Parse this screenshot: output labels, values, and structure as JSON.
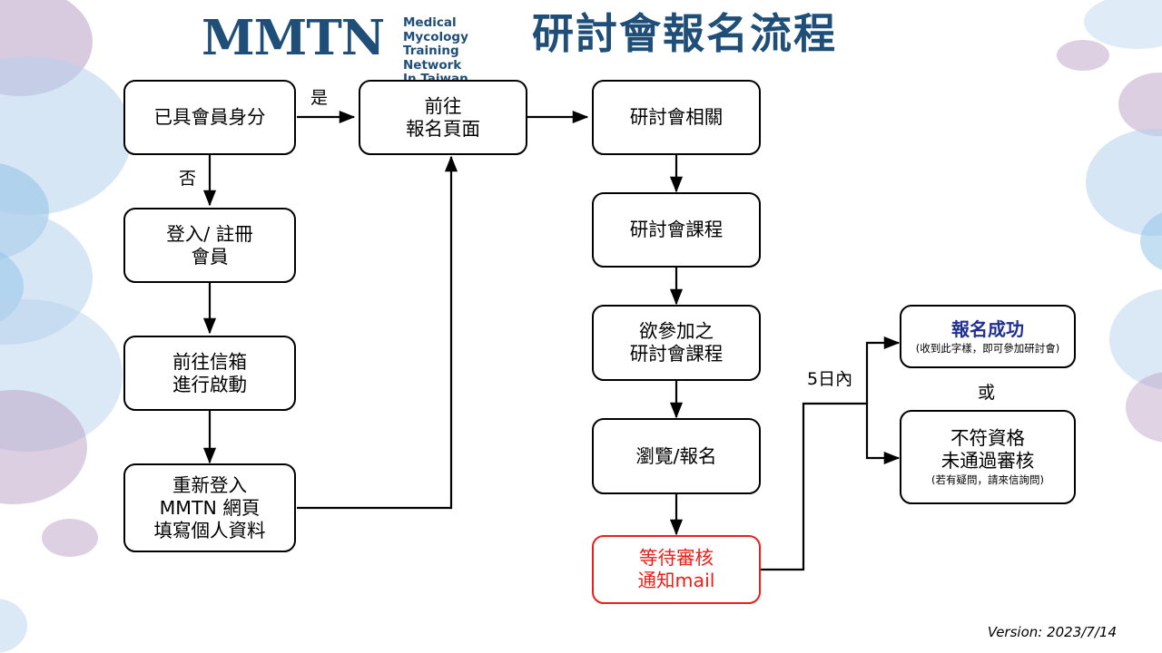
{
  "header": {
    "logo_mark": "MMTN",
    "logo_subtitle_line1": "Medical Mycology",
    "logo_subtitle_line2": "Training Network",
    "logo_subtitle_line3": "In Taiwan",
    "title": "研討會報名流程",
    "brand_color": "#1f4e79"
  },
  "flow": {
    "nodes": [
      {
        "id": "member-status",
        "line1": "已具會員身分"
      },
      {
        "id": "goto-register-page",
        "line1": "前往",
        "line2": "報名頁面"
      },
      {
        "id": "seminar-related",
        "line1": "研討會相關"
      },
      {
        "id": "login-signup",
        "line1": "登入/ 註冊",
        "line2": "會員"
      },
      {
        "id": "seminar-course",
        "line1": "研討會課程"
      },
      {
        "id": "goto-mailbox",
        "line1": "前往信箱",
        "line2": "進行啟動"
      },
      {
        "id": "desired-course",
        "line1": "欲參加之",
        "line2": "研討會課程"
      },
      {
        "id": "relogin-fill-profile",
        "line1": "重新登入",
        "line2": "MMTN 網頁",
        "line3": "填寫個人資料"
      },
      {
        "id": "browse-register",
        "line1": "瀏覽/報名"
      },
      {
        "id": "await-review-mail",
        "line1": "等待審核",
        "line2": "通知mail",
        "color": "#e8201a"
      },
      {
        "id": "register-success",
        "line1": "報名成功",
        "note": "(收到此字樣，即可參加研討會)",
        "color": "#1f3092"
      },
      {
        "id": "not-qualified",
        "line1": "不符資格",
        "line2": "未通過審核",
        "note": "(若有疑問，請來信詢問)"
      }
    ],
    "edge_labels": {
      "yes": "是",
      "no": "否",
      "within_five_days": "5日內",
      "or": "或"
    }
  },
  "footer": {
    "version": "Version: 2023/7/14"
  }
}
